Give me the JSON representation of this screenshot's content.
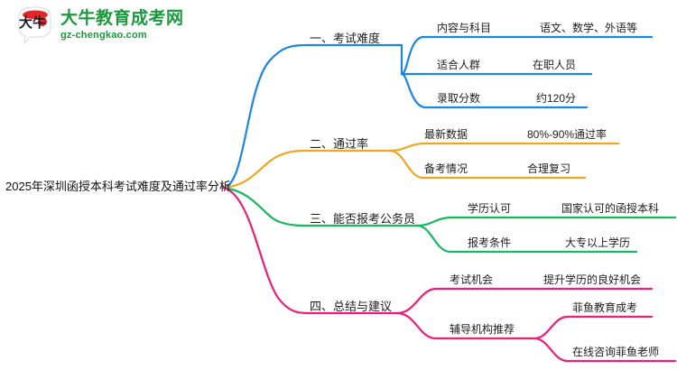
{
  "logo": {
    "mark_text": "大牛",
    "title": "大牛教育成考网",
    "subtitle": "gz-chengkao.com",
    "brand_green": "#1a9a3c",
    "brand_red": "#e0262b"
  },
  "mindmap": {
    "root": {
      "label": "2025年深圳函授本科考试难度及通过率分析"
    },
    "colors": {
      "branch1": "#1a86e0",
      "branch2": "#eea520",
      "branch3": "#15b85f",
      "branch4": "#ec1e79"
    },
    "branches": [
      {
        "label": "一、考试难度",
        "color": "#1a86e0",
        "children": [
          {
            "label": "内容与科目",
            "leaf": "语文、数学、外语等"
          },
          {
            "label": "适合人群",
            "leaf": "在职人员"
          },
          {
            "label": "录取分数",
            "leaf": "约120分"
          }
        ]
      },
      {
        "label": "二、通过率",
        "color": "#eea520",
        "children": [
          {
            "label": "最新数据",
            "leaf": "80%-90%通过率"
          },
          {
            "label": "备考情况",
            "leaf": "合理复习"
          }
        ]
      },
      {
        "label": "三、能否报考公务员",
        "color": "#15b85f",
        "children": [
          {
            "label": "学历认可",
            "leaf": "国家认可的函授本科"
          },
          {
            "label": "报考条件",
            "leaf": "大专以上学历"
          }
        ]
      },
      {
        "label": "四、总结与建议",
        "color": "#ec1e79",
        "children": [
          {
            "label": "考试机会",
            "leaf": "提升学历的良好机会"
          },
          {
            "label": "辅导机构推荐",
            "leaves": [
              "菲鱼教育成考",
              "在线咨询菲鱼老师"
            ]
          }
        ]
      }
    ]
  }
}
